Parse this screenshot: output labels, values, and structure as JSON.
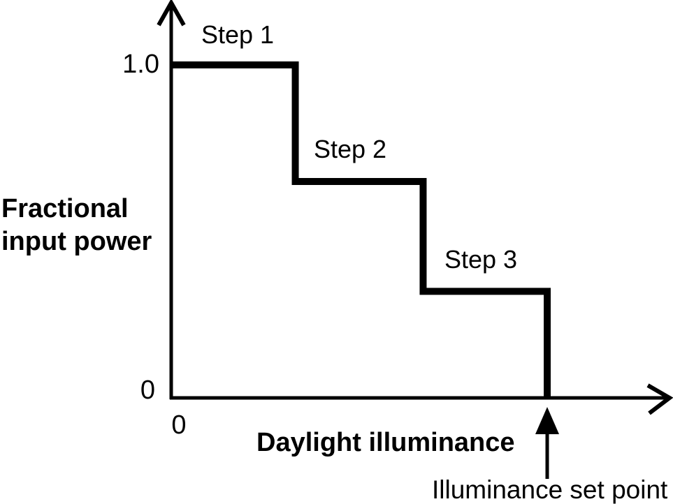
{
  "chart_data": {
    "type": "line",
    "subtype": "step-function",
    "title": "",
    "xlabel": "Daylight illuminance",
    "ylabel": "Fractional input power",
    "ylabel_lines": [
      "Fractional",
      "input power"
    ],
    "x_tick_labels": [
      "0"
    ],
    "y_tick_labels": [
      "1.0",
      "0"
    ],
    "xlim_normalized_to_set_point": [
      0,
      1.22
    ],
    "ylim": [
      0,
      1.2
    ],
    "grid": false,
    "legend": false,
    "series": [
      {
        "name": "Fractional input power",
        "steps": [
          {
            "label": "Step 1",
            "x_start": 0.0,
            "x_end": 0.33,
            "y": 1.0
          },
          {
            "label": "Step 2",
            "x_start": 0.33,
            "x_end": 0.67,
            "y": 0.65
          },
          {
            "label": "Step 3",
            "x_start": 0.67,
            "x_end": 1.0,
            "y": 0.32
          }
        ],
        "final_drop_y": 0.0
      }
    ],
    "annotations": [
      {
        "type": "arrow-up",
        "label": "Illuminance set point",
        "x": 1.0,
        "points_at_y": 0
      }
    ],
    "colors": {
      "ink": "#000000",
      "background": "#ffffff"
    }
  }
}
